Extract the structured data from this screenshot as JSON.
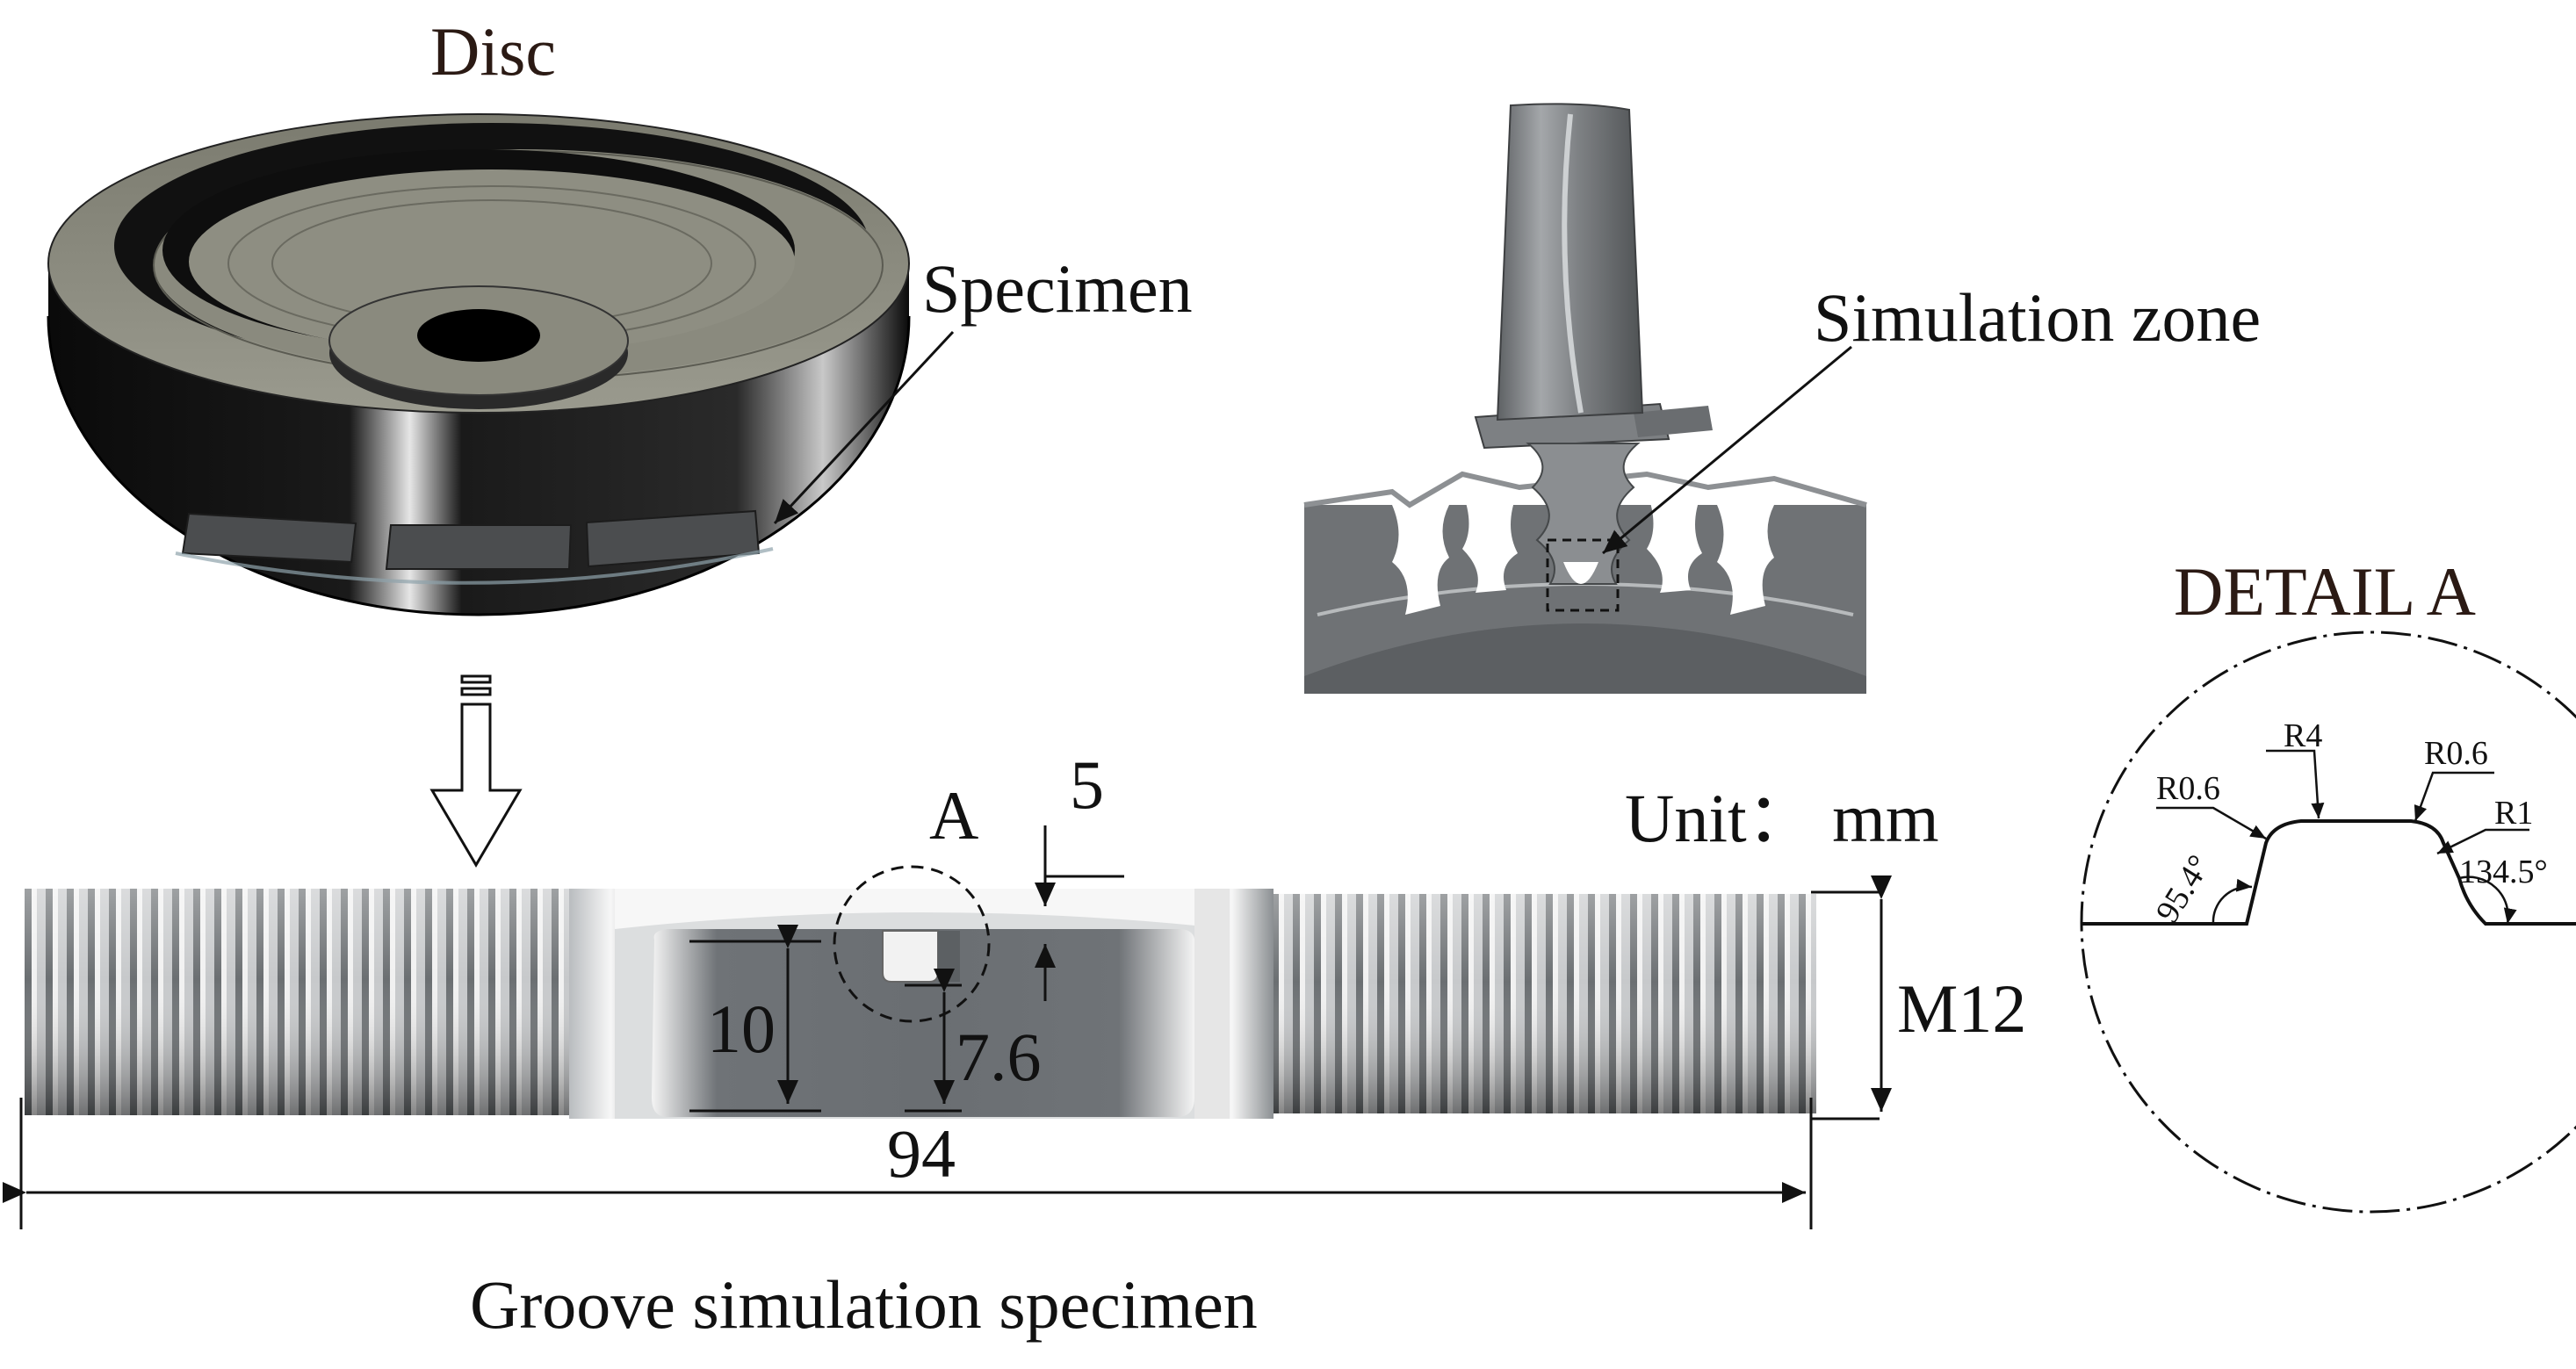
{
  "labels": {
    "disc": "Disc",
    "specimen": "Specimen",
    "simulation_zone": "Simulation zone",
    "detail_a": "DETAIL A",
    "unit": "Unit： mm",
    "caption": "Groove simulation specimen",
    "marker_a": "A"
  },
  "dimensions": {
    "length": "94",
    "thread": "M12",
    "gauge_height": "10",
    "groove_depth": "7.6",
    "groove_width": "5"
  },
  "detail": {
    "r4": "R4",
    "r06_left": "R0.6",
    "r06_right": "R0.6",
    "r1": "R1",
    "angle_left": "95.4°",
    "angle_right": "134.5°"
  },
  "colors": {
    "disc_face": "#8c8c80",
    "disc_dark": "#0f0f0f",
    "metal": "#9ea2a5",
    "blade_gray": "#8a8d90",
    "ink": "#111111"
  }
}
